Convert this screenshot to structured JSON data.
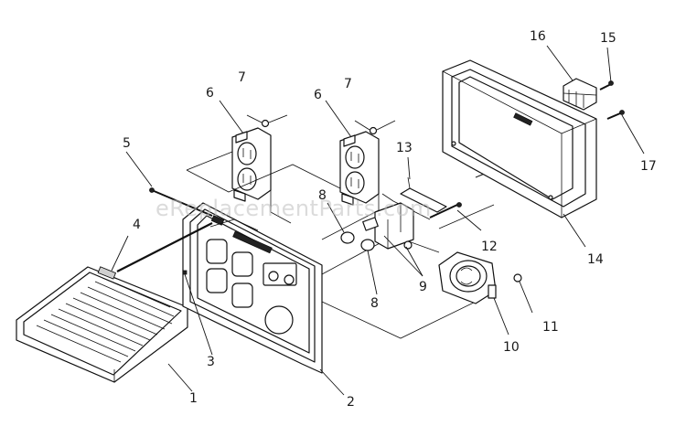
{
  "watermark": "eReplacementParts.com",
  "callouts": [
    "1",
    "2",
    "3",
    "4",
    "5",
    "6",
    "6",
    "7",
    "7",
    "8",
    "8",
    "9",
    "10",
    "11",
    "12",
    "13",
    "14",
    "15",
    "16",
    "17"
  ]
}
